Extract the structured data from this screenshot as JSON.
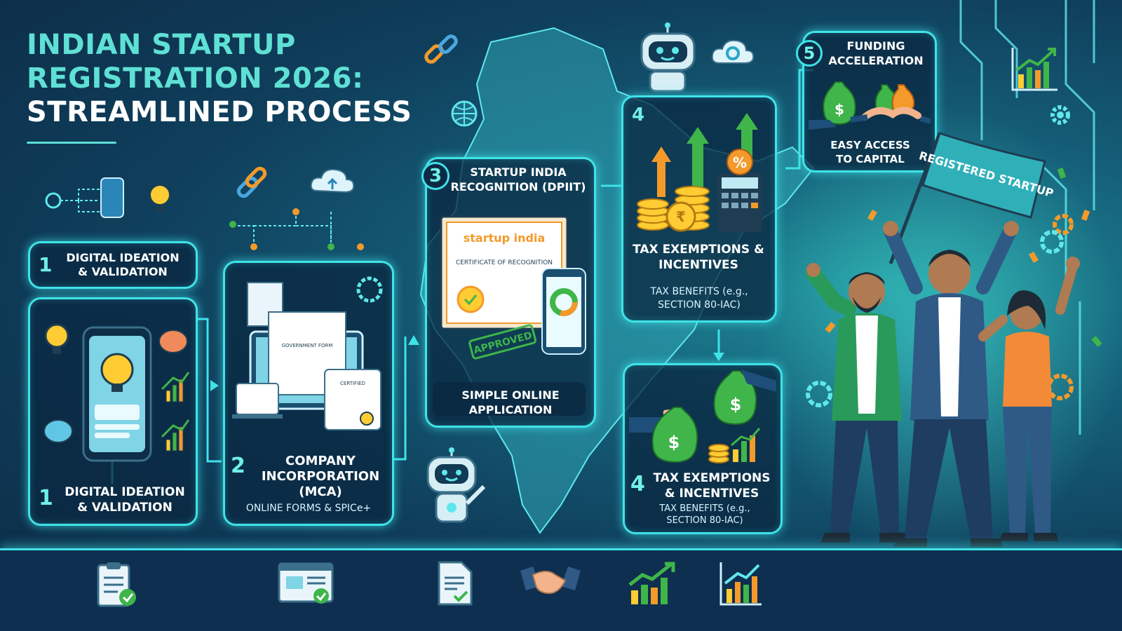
{
  "title": {
    "line1": "INDIAN STARTUP",
    "line2": "REGISTRATION 2026:",
    "line3": "STREAMLINED PROCESS"
  },
  "steps": {
    "step1_top": {
      "number": "1",
      "label": "DIGITAL IDEATION & VALIDATION"
    },
    "step1_bottom": {
      "number": "1",
      "label": "DIGITAL IDEATION & VALIDATION"
    },
    "step2": {
      "number": "2",
      "label": "COMPANY INCORPORATION (MCA)",
      "sub": "ONLINE FORMS & SPICe+"
    },
    "step3": {
      "number": "3",
      "label": "STARTUP INDIA RECOGNITION (DPIIT)",
      "sub": "SIMPLE ONLINE APPLICATION"
    },
    "step4_top": {
      "number": "4",
      "label": "TAX EXEMPTIONS & INCENTIVES",
      "sub": "TAX BENEFITS (e.g., SECTION 80-IAC)"
    },
    "step4_bottom": {
      "number": "4",
      "label": "TAX EXEMPTIONS & INCENTIVES",
      "sub": "TAX BENEFITS (e.g., SECTION 80-IAC)"
    },
    "step5": {
      "number": "5",
      "label": "FUNDING ACCELERATION",
      "sub": "EASY ACCESS TO CAPITAL"
    }
  },
  "illustrations": {
    "government_form": "GOVERNMENT FORM",
    "certified": "CERTIFIED",
    "certificate_brand": "startup india",
    "certificate_title": "CERTIFICATE OF RECOGNITION",
    "approved_stamp": "APPROVED",
    "flag_text": "REGISTERED STARTUP",
    "rupee": "₹",
    "dollar": "$",
    "percent": "%"
  },
  "colors": {
    "accent": "#3fe3e8",
    "title_teal": "#5fe0d5",
    "background": "#0f3f5c",
    "orange": "#f39a2b",
    "green": "#3fb54a"
  },
  "bottom_icons": [
    "checklist-icon",
    "browser-certificate-icon",
    "document-check-icon",
    "handshake-icon",
    "growth-chart-icon",
    "bar-chart-icon"
  ]
}
